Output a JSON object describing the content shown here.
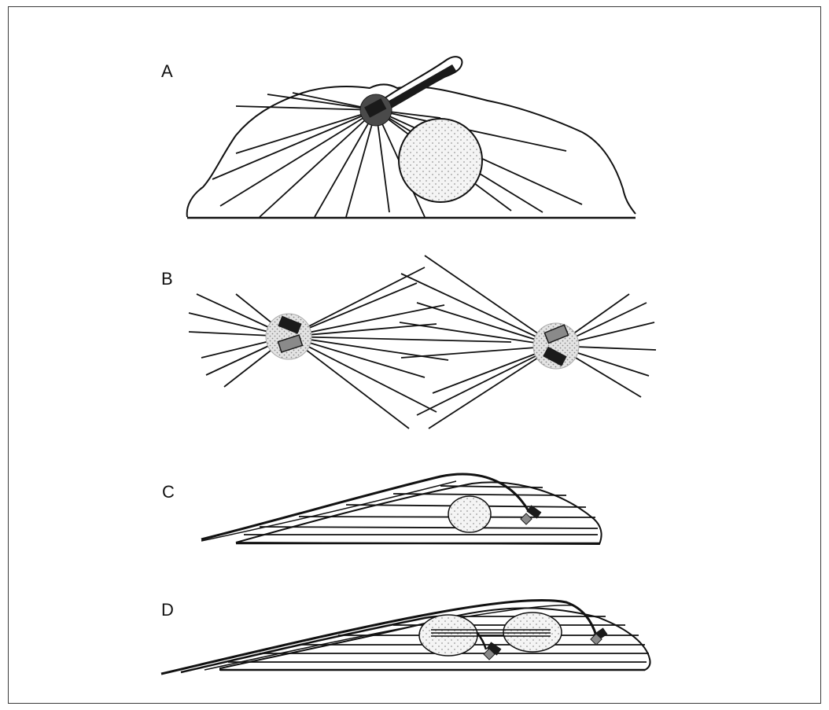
{
  "figure": {
    "panels": [
      {
        "label": "A"
      },
      {
        "label": "B"
      },
      {
        "label": "C"
      },
      {
        "label": "D"
      }
    ]
  },
  "colors": {
    "ink": "#111111",
    "outline": "#1a1a1a",
    "nucleus_fill": "#f4f4f4",
    "nucleus_dots": "#9a9a9a",
    "centrosome_fill": "#d9d9d9",
    "centriole_dark": "#222222",
    "centriole_grey": "#8a8a8a",
    "frame": "#3a3a3a"
  }
}
